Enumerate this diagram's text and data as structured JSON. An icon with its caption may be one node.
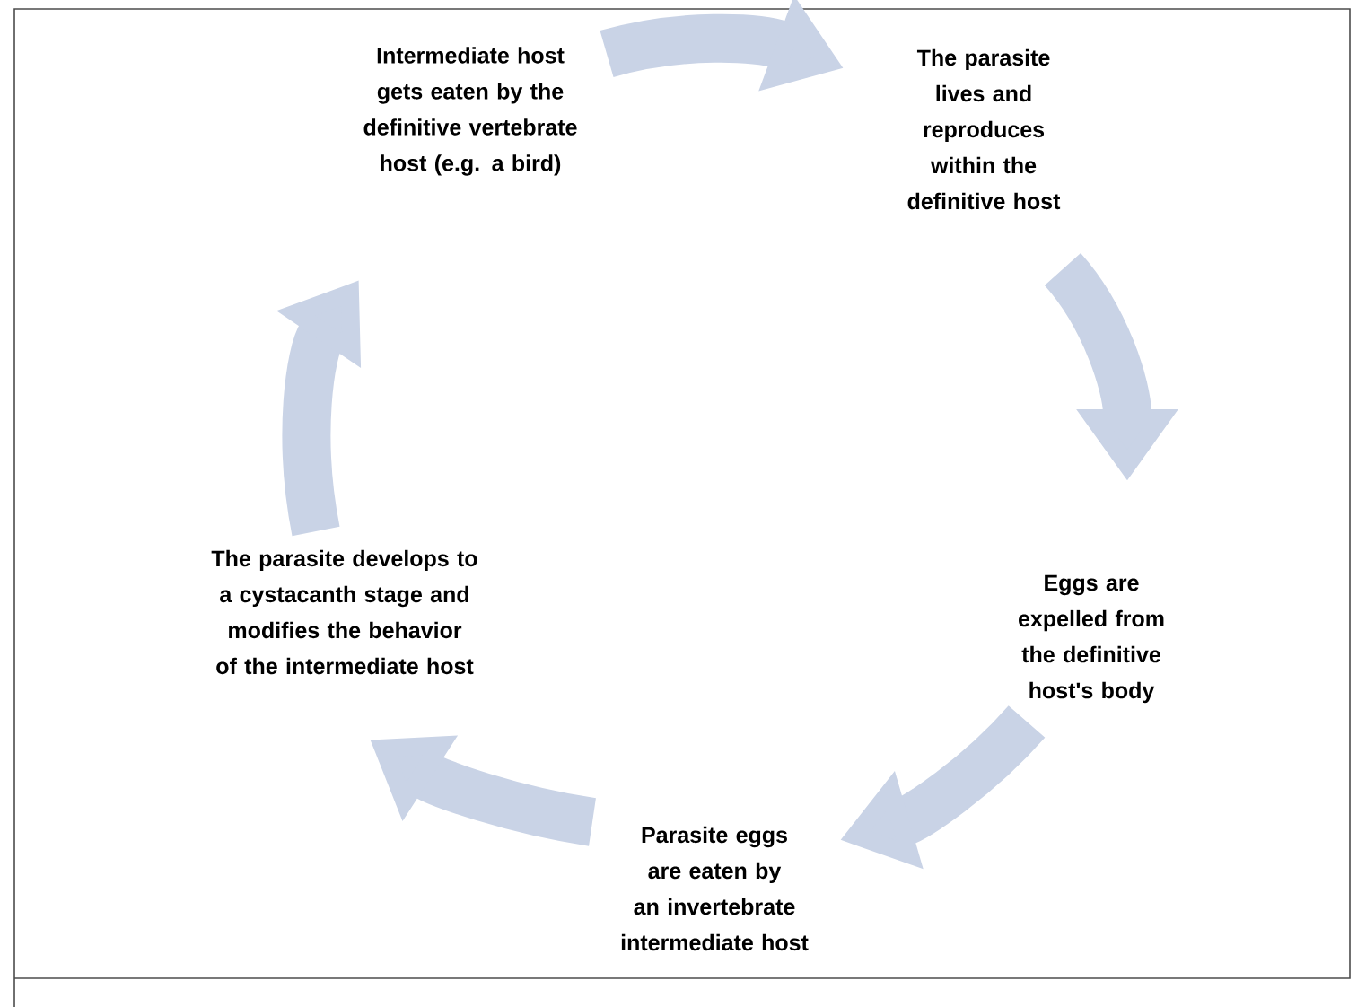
{
  "diagram": {
    "nodes": [
      {
        "text": [
          "Intermediate host gets eaten by the definitive vertebrate host (e.g. a bird)"
        ]
      },
      {
        "text": [
          "The parasite lives and reproduces within the definitive host"
        ]
      },
      {
        "text": [
          "Eggs are expelled from the definitive host's body"
        ]
      },
      {
        "text": [
          "Parasite eggs are eaten by an invertebrate intermediate host"
        ]
      },
      {
        "text": [
          "The parasite develops to a cystacanth stage and modifies the behavior of the intermediate host"
        ]
      }
    ],
    "edges": [
      {
        "from": 0,
        "to": 1,
        "arrow": "to"
      },
      {
        "from": 1,
        "to": 2,
        "arrow": "to"
      },
      {
        "from": 2,
        "to": 3,
        "arrow": "to"
      },
      {
        "from": 3,
        "to": 4,
        "arrow": "to"
      },
      {
        "from": 4,
        "to": 0,
        "arrow": "to"
      }
    ]
  }
}
